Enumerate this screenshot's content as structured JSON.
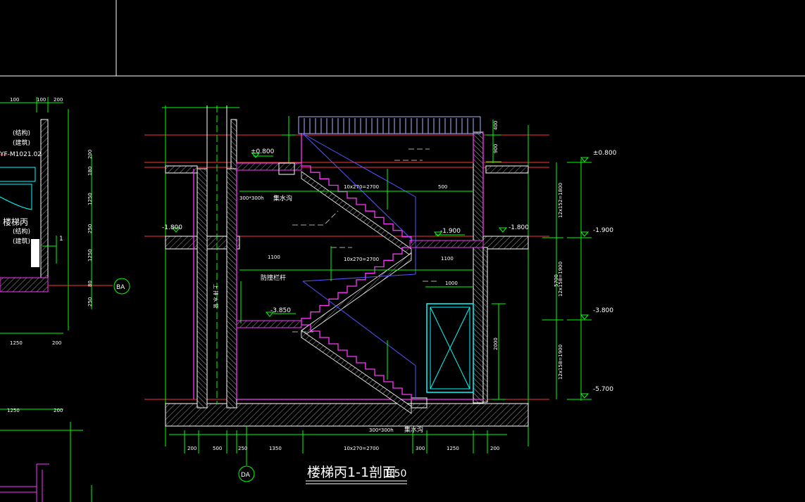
{
  "drawing": {
    "title": "楼梯丙1-1剖面",
    "scale": "1:50",
    "left_title": "楼梯丙",
    "left_ref": "YF-M1021.02",
    "left_note_struct": "(结构)",
    "left_note_build": "(建筑)",
    "left_marker": "1"
  },
  "axis_markers": {
    "bottom": "DA",
    "side": "BA"
  },
  "levels": {
    "top_left": "±0.800",
    "top_right": "±0.800",
    "mid_left": "-1.800",
    "mid_inner": "-1.900",
    "mid_right": "-1.800",
    "mid_far": "-1.900",
    "low_inner": "-3.850",
    "low_far": "-3.800",
    "bottom_far": "-5.700"
  },
  "labels": {
    "drain_top": "300*300h",
    "drain_top_text": "集水沟",
    "drain_bottom": "300*300h",
    "drain_bottom_text": "集水沟",
    "waterproof": "防撞栏杆",
    "pipe": "上 排 水 管"
  },
  "dims": {
    "bottom": [
      "200",
      "500",
      "250",
      "1350",
      "10x270=2700",
      "300",
      "1250",
      "200"
    ],
    "stair_1": "10x270=2700",
    "stair_2": "10x270=2700",
    "landing_1": "500",
    "landing_2": "1100",
    "landing_3": "1100",
    "right_vertical": [
      "12x152=1800",
      "12x158=1900",
      "12x158=1900"
    ],
    "right_total": "5700",
    "top_right": [
      "400",
      "900"
    ],
    "door_w": "1000",
    "door_h": "2000",
    "left_col": [
      "100",
      "100",
      "200"
    ],
    "left_vert": [
      "200",
      "180",
      "1250",
      "250",
      "1250",
      "80",
      "250"
    ],
    "left_bottom": [
      "1250",
      "200"
    ]
  }
}
